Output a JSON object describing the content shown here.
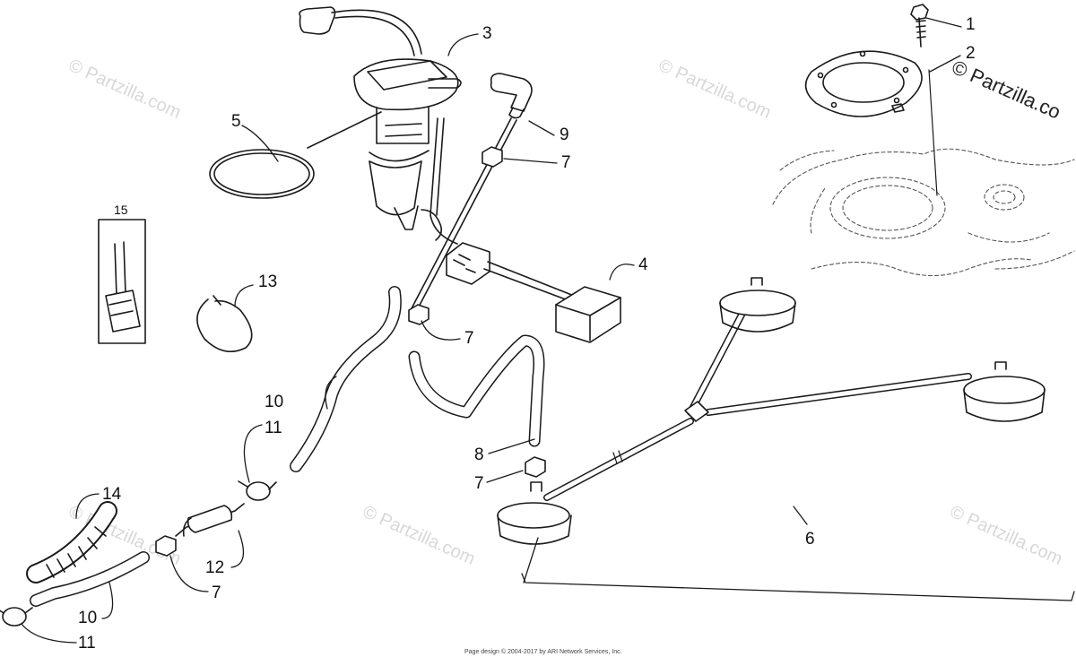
{
  "callouts": {
    "c1": "1",
    "c2": "2",
    "c3": "3",
    "c4": "4",
    "c5": "5",
    "c6": "6",
    "c7a": "7",
    "c7b": "7",
    "c7c": "7",
    "c7d": "7",
    "c8": "8",
    "c9": "9",
    "c10a": "10",
    "c10b": "10",
    "c11a": "11",
    "c11b": "11",
    "c12": "12",
    "c13": "13",
    "c14": "14",
    "c15": "15"
  },
  "watermark": {
    "text": "© Partzilla.com",
    "corner_text": "© Partzilla.co"
  },
  "footer": "Page design © 2004-2017 by ARI Network Services, Inc."
}
